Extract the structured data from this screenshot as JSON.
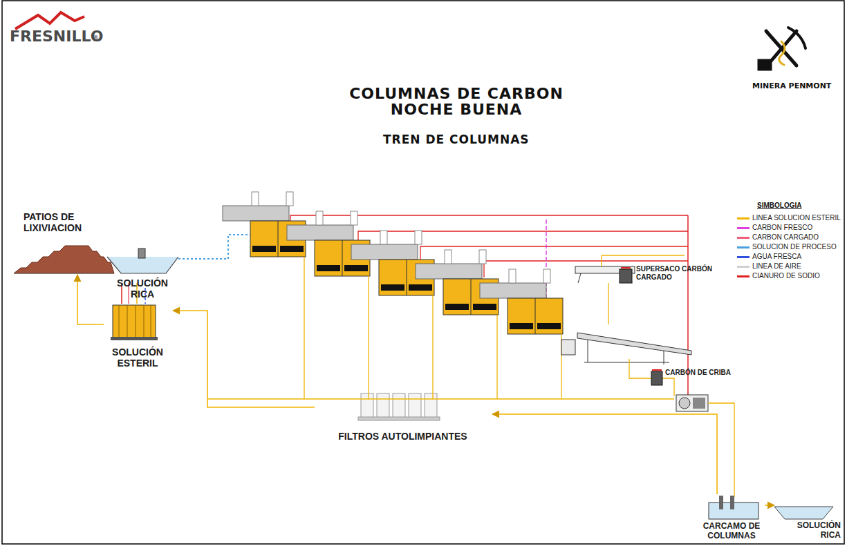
{
  "diagram": {
    "title": "COLUMNAS DE CARBON NOCHE BUENA",
    "nodes": [
      {
        "text": [
          "PATIOS DE LIXIVIACION"
        ]
      },
      {
        "text": [
          "SOLUCIÓN RICA"
        ]
      },
      {
        "text": [
          "SOLUCIÓN ESTERIL"
        ]
      },
      {
        "text": [
          "FILTROS AUTOLIMPIANTES"
        ]
      },
      {
        "text": [
          "CARCAMO DE COLUMNAS"
        ]
      },
      {
        "text": [
          "SOLUCIÓN RICA"
        ]
      },
      {
        "text": [
          "SUPERSACO CARBÓN CARGADO"
        ]
      },
      {
        "text": [
          "CARBÓN DE CRIBA"
        ]
      }
    ],
    "edges": [
      {
        "from": 2,
        "to": 0,
        "arrow": "to"
      },
      {
        "from": 3,
        "to": 2,
        "arrow": "to"
      },
      {
        "from": 4,
        "to": 3,
        "arrow": "to"
      },
      {
        "from": 4,
        "to": 5,
        "arrow": "to"
      }
    ],
    "labels": [
      "FRESNILLO",
      "®",
      "TREN DE COLUMNAS",
      "MINERA PENMONT",
      "SIMBOLOGIA"
    ],
    "legend": [
      {
        "text": "LINEA SOLUCION ESTERIL",
        "color": "#f0b400"
      },
      {
        "text": "CARBON FRESCO",
        "color": "#e040e0"
      },
      {
        "text": "CARBON CARGADO",
        "color": "#f0607a"
      },
      {
        "text": "SOLUCION DE PROCESO",
        "color": "#4aa0e0"
      },
      {
        "text": "AGUA FRESCA",
        "color": "#3050e0"
      },
      {
        "text": "LINEA DE AIRE",
        "color": "#d0d0d0"
      },
      {
        "text": "CIANURO DE SODIO",
        "color": "#e02020"
      }
    ]
  }
}
